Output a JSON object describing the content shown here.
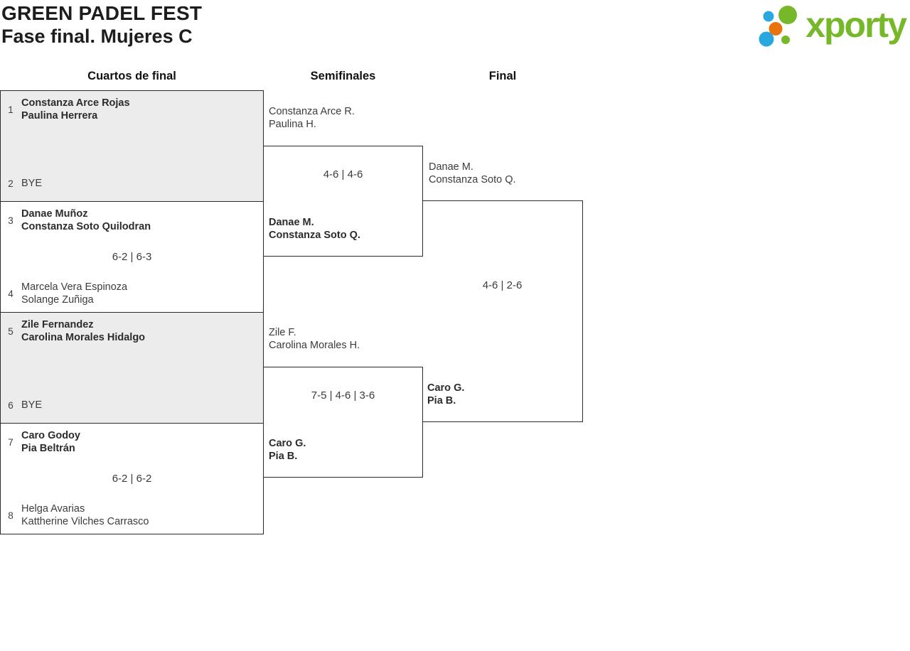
{
  "page": {
    "title": "GREEN PADEL FEST",
    "subtitle": "Fase final. Mujeres C"
  },
  "logo": {
    "wordmark": "xporty",
    "colors": {
      "green": "#76b82a",
      "blue": "#29a8e0",
      "orange": "#e8740e"
    }
  },
  "rounds": {
    "quarterfinals_label": "Cuartos de final",
    "semifinals_label": "Semifinales",
    "final_label": "Final"
  },
  "bracket": {
    "quarterfinals": [
      {
        "top": {
          "seed": "1",
          "line1": "Constanza Arce Rojas",
          "line2": "Paulina Herrera",
          "winner": true
        },
        "bottom": {
          "seed": "2",
          "line1": "BYE",
          "winner": false
        }
      },
      {
        "top": {
          "seed": "3",
          "line1": "Danae Muñoz",
          "line2": "Constanza Soto Quilodran",
          "winner": true
        },
        "bottom": {
          "seed": "4",
          "line1": "Marcela Vera Espinoza",
          "line2": "Solange Zuñiga",
          "winner": false
        },
        "score": "6-2 | 6-3"
      },
      {
        "top": {
          "seed": "5",
          "line1": "Zile Fernandez",
          "line2": "Carolina Morales Hidalgo",
          "winner": true
        },
        "bottom": {
          "seed": "6",
          "line1": "BYE",
          "winner": false
        }
      },
      {
        "top": {
          "seed": "7",
          "line1": "Caro Godoy",
          "line2": "Pia Beltrán",
          "winner": true
        },
        "bottom": {
          "seed": "8",
          "line1": "Helga Avarias",
          "line2": "Kattherine Vilches Carrasco",
          "winner": false
        },
        "score": "6-2 | 6-2"
      }
    ],
    "semifinals": [
      {
        "top": {
          "line1": "Constanza Arce R.",
          "line2": "Paulina H.",
          "winner": false
        },
        "bottom": {
          "line1": "Danae M.",
          "line2": "Constanza Soto Q.",
          "winner": true
        },
        "score": "4-6 | 4-6"
      },
      {
        "top": {
          "line1": "Zile F.",
          "line2": "Carolina Morales H.",
          "winner": false
        },
        "bottom": {
          "line1": "Caro G.",
          "line2": "Pia B.",
          "winner": true
        },
        "score": "7-5 | 4-6 | 3-6"
      }
    ],
    "final": {
      "top": {
        "line1": "Danae M.",
        "line2": "Constanza Soto Q.",
        "winner": false
      },
      "bottom": {
        "line1": "Caro G.",
        "line2": "Pia B.",
        "winner": true
      },
      "score": "4-6 | 2-6"
    }
  }
}
